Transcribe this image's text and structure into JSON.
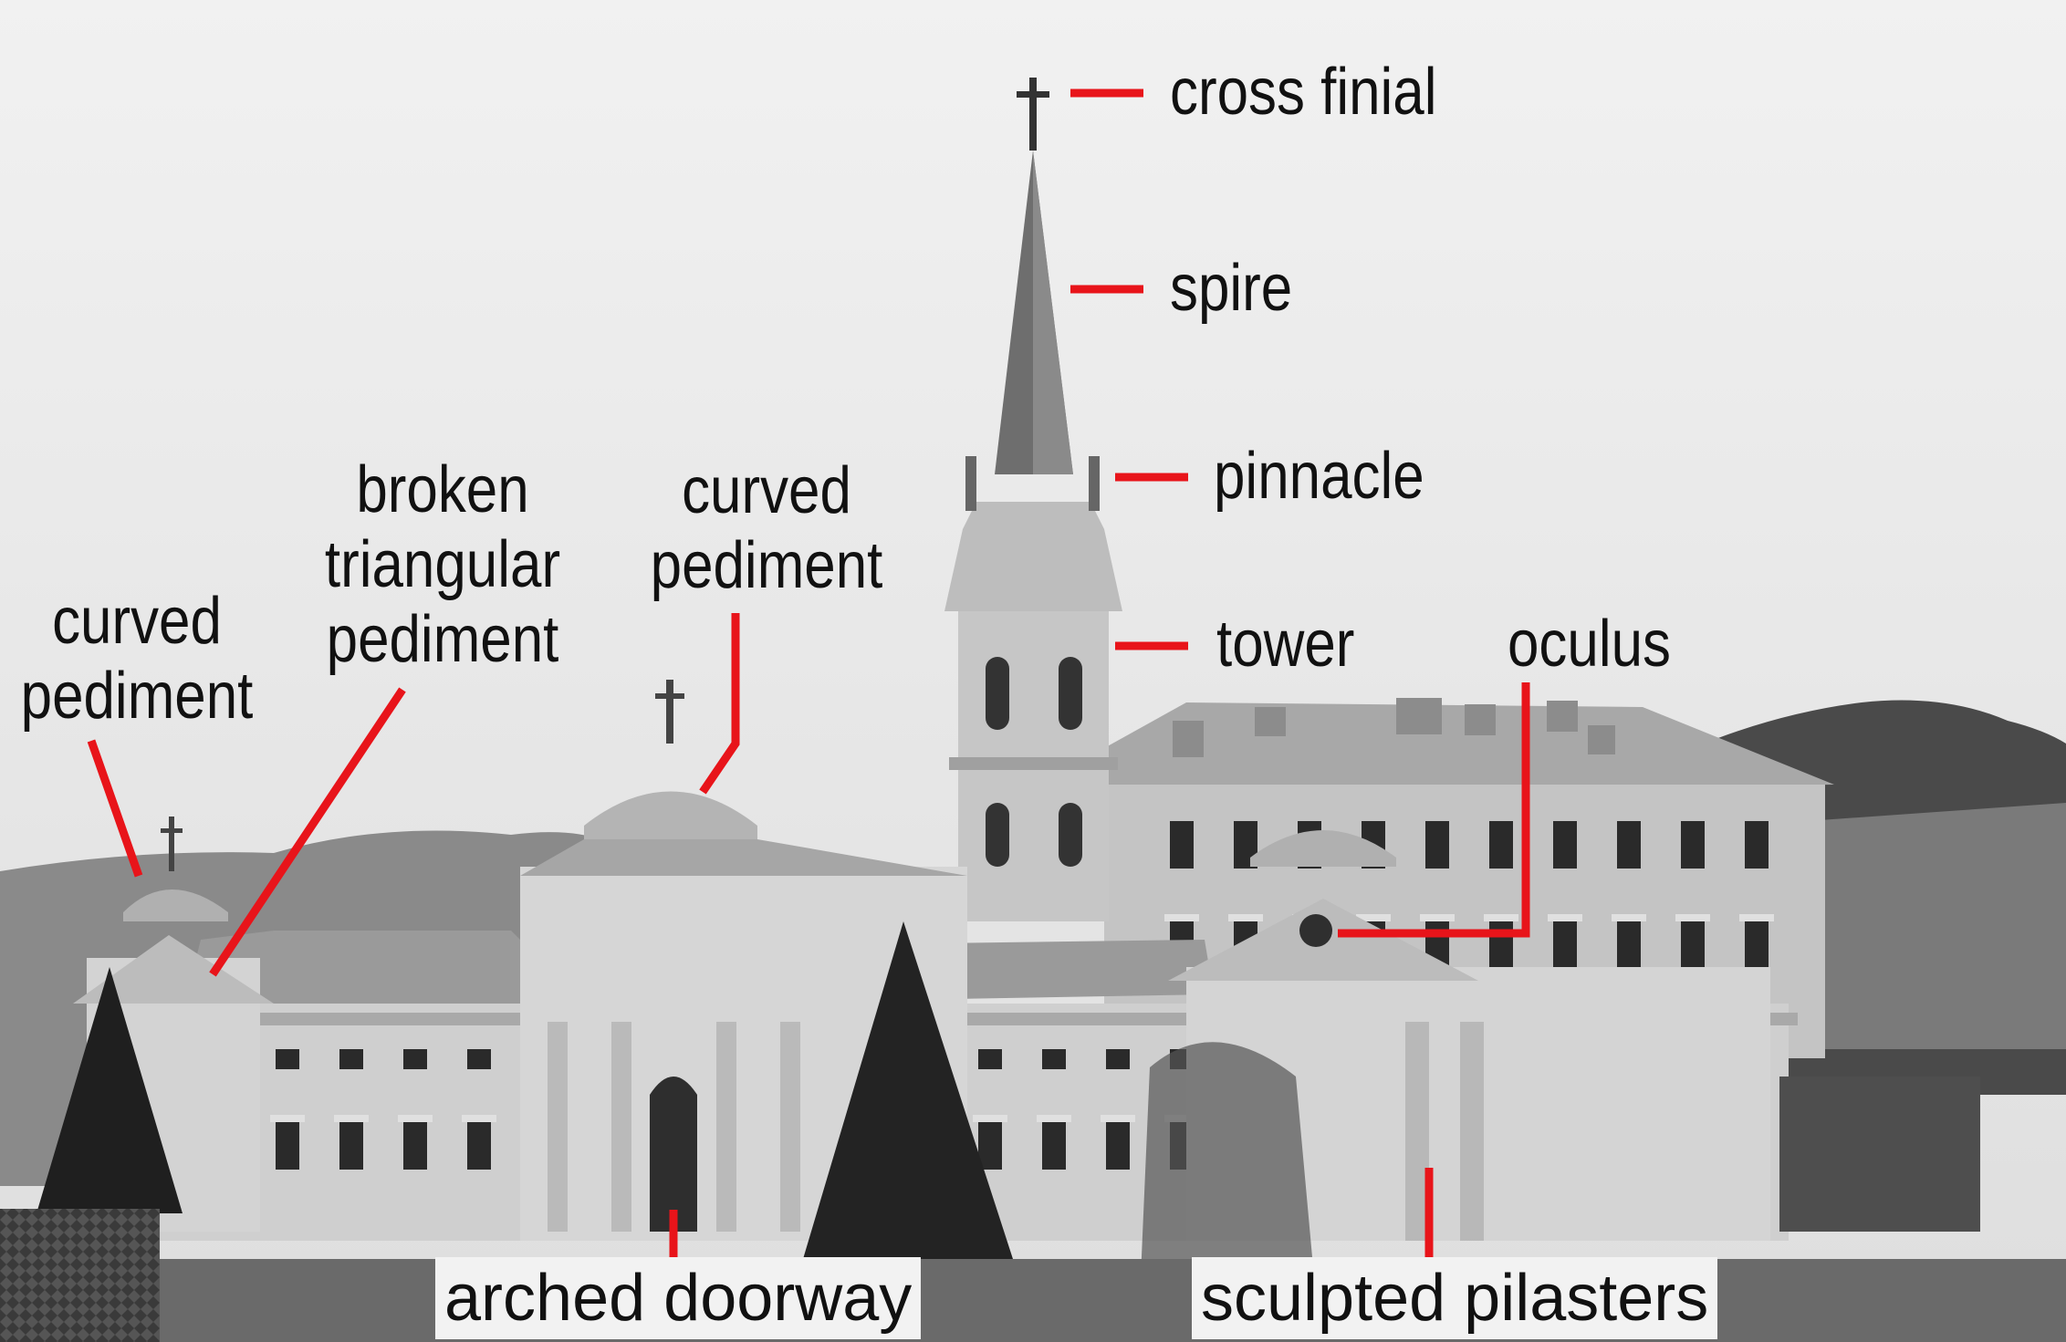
{
  "labels": {
    "cross_finial": "cross finial",
    "spire": "spire",
    "pinnacle": "pinnacle",
    "tower": "tower",
    "oculus": "oculus",
    "curved_pediment_left": "curved\npediment",
    "broken_triangular_pediment": "broken\ntriangular\npediment",
    "curved_pediment_center": "curved\npediment",
    "arched_doorway": "arched doorway",
    "sculpted_pilasters": "sculpted pilasters"
  },
  "colors": {
    "leader_line": "#e8141a",
    "sky": "#ececec",
    "hills": "#6a6a6a",
    "building": "#c9c9c9",
    "roof": "#9a9a9a",
    "trees": "#2b2b2b"
  }
}
